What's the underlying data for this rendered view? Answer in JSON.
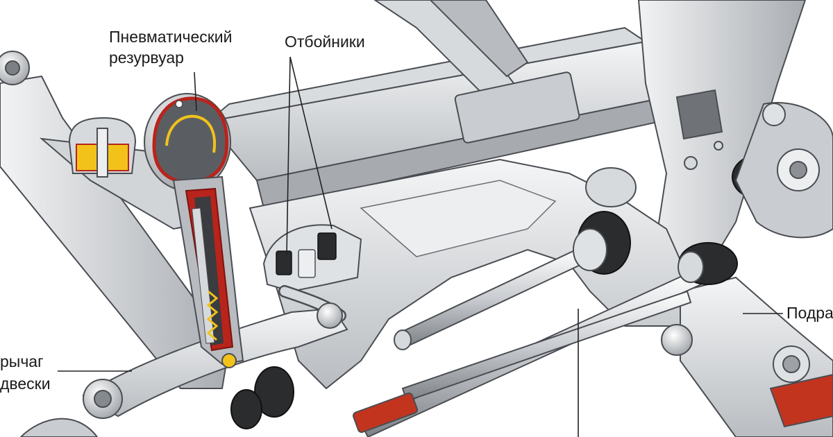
{
  "labels": {
    "air_reservoir_line1": "Пневматический",
    "air_reservoir_line2": "резурвуар",
    "bump_stops": "Отбойники",
    "subframe": "Подра",
    "control_arm_line1": "рычаг",
    "control_arm_line2": "двески"
  },
  "colors": {
    "metal_light": "#e4e6e8",
    "metal_mid": "#c6c9cc",
    "metal_dark": "#8c9095",
    "outline": "#4a4d52",
    "cutaway_red": "#b8241c",
    "rubber_yellow": "#f2c21a",
    "rubber_dark": "#2b2c2e",
    "leader_line": "#222222"
  }
}
